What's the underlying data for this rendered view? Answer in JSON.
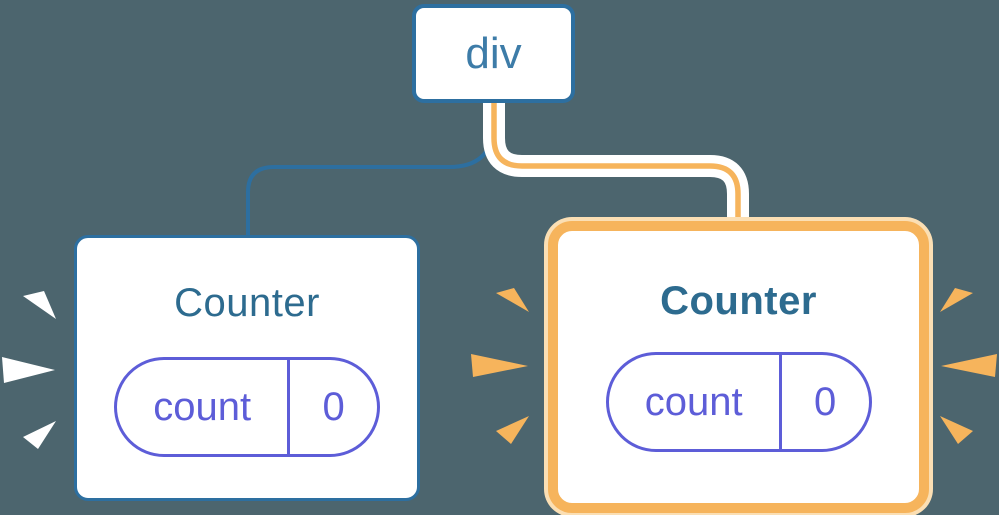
{
  "colors": {
    "background": "#4C656E",
    "steel_blue": "#2D6FA0",
    "node_text_blue": "#3D7CA8",
    "title_blue": "#2D6B8F",
    "indigo": "#5D5DD8",
    "amber": "#F6B45C",
    "pale_amber": "#FBDFB4",
    "white": "#FFFFFF"
  },
  "tree": {
    "root": {
      "label": "div"
    },
    "edges": [
      {
        "target": "left-counter",
        "color": "steel-blue",
        "highlighted": false
      },
      {
        "target": "right-counter",
        "color": "amber",
        "highlighted": true
      }
    ],
    "children": [
      {
        "title": "Counter",
        "state_key": "count",
        "state_value": "0",
        "highlighted": false
      },
      {
        "title": "Counter",
        "state_key": "count",
        "state_value": "0",
        "highlighted": true
      }
    ]
  },
  "icons": {
    "left_sparks": "burst-spark-icon (white, 3 wedges)",
    "right_card_sparks": "burst-spark-icon (amber, 6 wedges)"
  }
}
